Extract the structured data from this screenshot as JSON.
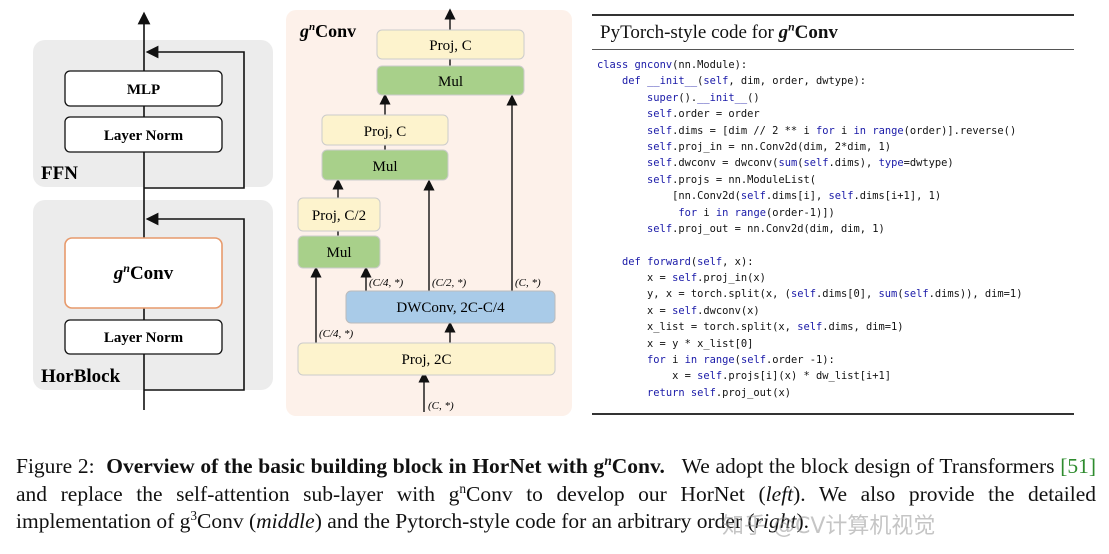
{
  "left_diagram": {
    "ffn": {
      "label": "FFN",
      "mlp": "MLP",
      "layer_norm": "Layer Norm"
    },
    "horblock": {
      "label": "HorBlock",
      "gnconv_base": "g",
      "gnconv_sup": "n",
      "gnconv_rest": "Conv",
      "layer_norm": "Layer Norm"
    }
  },
  "middle_diagram": {
    "title_base": "g",
    "title_sup": "n",
    "title_rest": "Conv",
    "proj_top": "Proj, C",
    "mul_top": "Mul",
    "proj_mid": "Proj, C",
    "mul_mid": "Mul",
    "proj_low": "Proj, C/2",
    "mul_low": "Mul",
    "dwconv": "DWConv, 2C-C/4",
    "proj_in": "Proj, 2C",
    "labels": {
      "c4_left": "(C/4, *)",
      "c4_right": "(C/4, *)",
      "c2": "(C/2, *)",
      "c_right": "(C, *)",
      "c_in": "(C, *)"
    }
  },
  "code_panel": {
    "title_prefix": "PyTorch-style code for ",
    "title_base": "g",
    "title_sup": "n",
    "title_rest": "Conv",
    "lines": [
      "class gnconv(nn.Module):",
      "    def __init__(self, dim, order, dwtype):",
      "        super().__init__()",
      "        self.order = order",
      "        self.dims = [dim // 2 ** i for i in range(order)].reverse()",
      "        self.proj_in = nn.Conv2d(dim, 2*dim, 1)",
      "        self.dwconv = dwconv(sum(self.dims), type=dwtype)",
      "        self.projs = nn.ModuleList(",
      "            [nn.Conv2d(self.dims[i], self.dims[i+1], 1)",
      "             for i in range(order-1)])",
      "        self.proj_out = nn.Conv2d(dim, dim, 1)",
      "",
      "    def forward(self, x):",
      "        x = self.proj_in(x)",
      "        y, x = torch.split(x, (self.dims[0], sum(self.dims)), dim=1)",
      "        x = self.dwconv(x)",
      "        x_list = torch.split(x, self.dims, dim=1)",
      "        x = y * x_list[0]",
      "        for i in range(self.order -1):",
      "            x = self.projs[i](x) * dw_list[i+1]",
      "        return self.proj_out(x)"
    ]
  },
  "caption": {
    "fig": "Figure 2:",
    "bold": "Overview of the basic building block in HorNet with g",
    "bold_sup": "n",
    "bold_end": "Conv.",
    "t1": "We adopt the block design of Transformers ",
    "ref": "[51]",
    "t2": " and replace the self-attention sub-layer with g",
    "sup2": "n",
    "t3": "Conv to develop our HorNet (",
    "i1": "left",
    "t4": "). We also provide the detailed implementation of g",
    "sup3": "3",
    "t5": "Conv (",
    "i2": "middle",
    "t6": ") and the Pytorch-style code for an arbitrary order (",
    "i3": "right",
    "t7": ")."
  },
  "watermark": "知乎 @CV计算机视觉",
  "colors": {
    "panel_gray": "#ececec",
    "middle_panel": "#fdf1ea",
    "proj_fill": "#fdf3cd",
    "mul_fill": "#a8d08a",
    "dwconv_fill": "#a9cbe8",
    "gnconv_border": "#e79a6c"
  }
}
